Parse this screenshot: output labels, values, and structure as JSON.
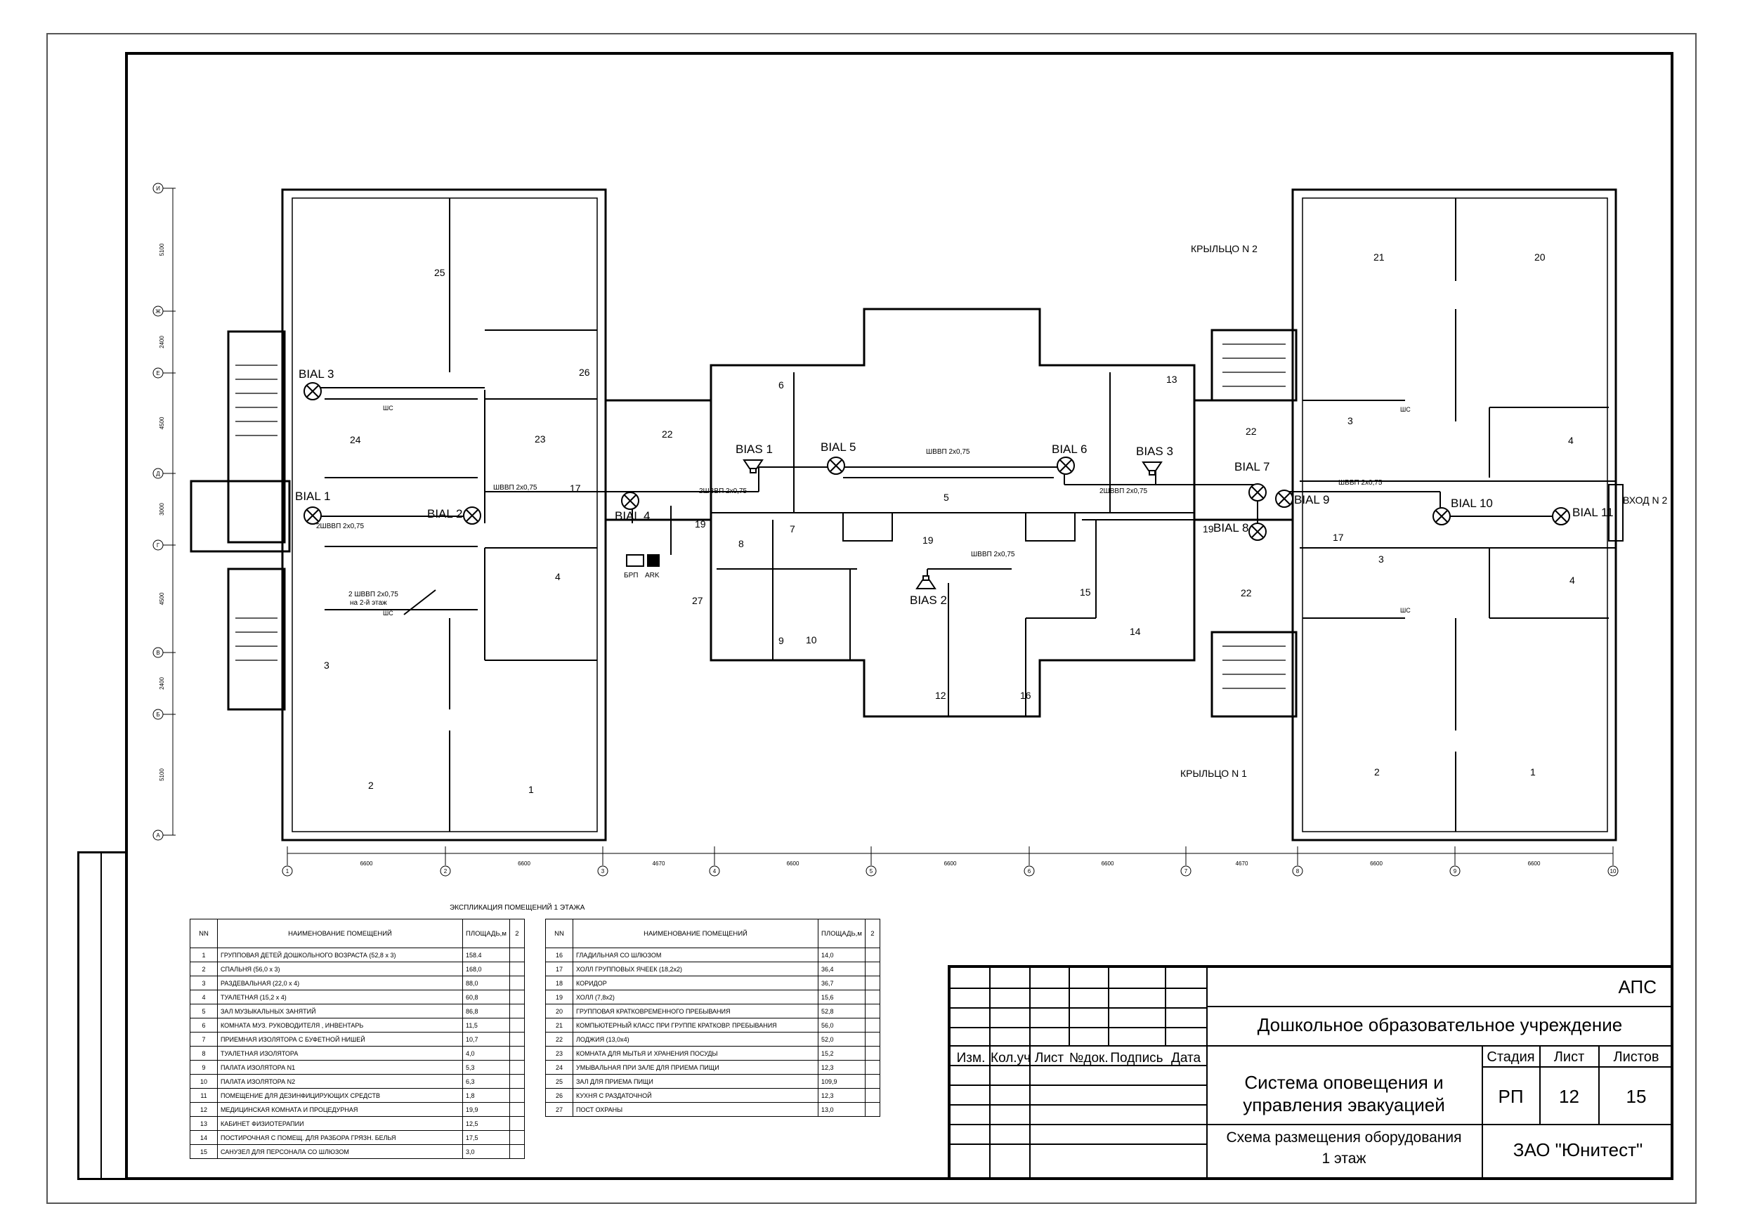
{
  "sheet": {
    "code": "АПС",
    "organization": "Дошкольное образовательное учреждение",
    "system_title": "Система оповещения и управления эвакуацией",
    "system_title_line1": "Система оповещения и",
    "system_title_line2": "управления эвакуацией",
    "drawing_title_line1": "Схема размещения оборудования",
    "drawing_title_line2": "1 этаж",
    "company": "ЗАО \"Юнитест\"",
    "stage_label": "Стадия",
    "sheet_label": "Лист",
    "sheets_label": "Листов",
    "stage": "РП",
    "sheet_no": "12",
    "sheets_total": "15",
    "revision_headers": [
      "Изм.",
      "Кол.уч",
      "Лист",
      "№док.",
      "Подпись",
      "Дата"
    ]
  },
  "plan": {
    "row_axes": [
      "И",
      "Ж",
      "Е",
      "Д",
      "Г",
      "В",
      "Б",
      "А"
    ],
    "row_dims": [
      "5100",
      "2400",
      "4500",
      "3000",
      "4500",
      "2400",
      "5100"
    ],
    "col_axes": [
      "1",
      "2",
      "3",
      "4",
      "5",
      "6",
      "7",
      "8",
      "9",
      "10"
    ],
    "col_dims": [
      "6600",
      "6600",
      "4670",
      "6600",
      "6600",
      "6600",
      "4670",
      "6600",
      "6600"
    ],
    "devices": {
      "bial1": "BIAL 1",
      "bial2": "BIAL 2",
      "bial3": "BIAL 3",
      "bial4": "BIAL 4",
      "bial5": "BIAL 5",
      "bial6": "BIAL 6",
      "bial7": "BIAL 7",
      "bial8": "BIAL 8",
      "bial9": "BIAL 9",
      "bial10": "BIAL 10",
      "bial11": "BIAL 11",
      "bias1": "BIAS 1",
      "bias2": "BIAS 2",
      "bias3": "BIAS 3",
      "brp": "БРП",
      "ark": "ARK"
    },
    "cables": {
      "c1": "2ШВВП 2х0,75",
      "c2": "ШВВП 2х0,75",
      "c3": "2ШВВП 2х0,75",
      "c4": "ШВВП 2х0,75",
      "c5": "2ШВВП 2х0,75",
      "c6": "ШВВП 2х0,75",
      "c7": "ШВВП 2х0,75",
      "c8": "2 ШВВП 2х0,75",
      "c8b": "на 2-й этаж"
    },
    "labels": {
      "porch2": "КРЫЛЬЦО N 2",
      "porch1": "КРЫЛЬЦО N 1",
      "entrance2": "ВХОД N 2",
      "shc": "ШС"
    },
    "rooms": [
      "25",
      "26",
      "24",
      "23",
      "22",
      "17",
      "6",
      "13",
      "5",
      "19",
      "8",
      "7",
      "27",
      "9",
      "10",
      "12",
      "16",
      "15",
      "14",
      "4",
      "3",
      "2",
      "1",
      "21",
      "20",
      "22",
      "3",
      "4",
      "17",
      "3",
      "22",
      "4",
      "2",
      "1",
      "19",
      "19"
    ]
  },
  "legend": {
    "title": "ЭКСПЛИКАЦИЯ ПОМЕЩЕНИЙ   1 ЭТАЖА",
    "col_nn": "NN",
    "col_name": "НАИМЕНОВАНИЕ ПОМЕЩЕНИЙ",
    "col_area": "ПЛОЩАДЬ,м",
    "col_unit": "2",
    "left_rows": [
      {
        "nn": "1",
        "name": "ГРУППОВАЯ ДЕТЕЙ ДОШКОЛЬНОГО ВОЗРАСТА (52,8 х 3)",
        "area": "158.4"
      },
      {
        "nn": "2",
        "name": "СПАЛЬНЯ (56,0 х 3)",
        "area": "168,0"
      },
      {
        "nn": "3",
        "name": "РАЗДЕВАЛЬНАЯ (22,0 х 4)",
        "area": "88,0"
      },
      {
        "nn": "4",
        "name": "ТУАЛЕТНАЯ (15,2 х 4)",
        "area": "60,8"
      },
      {
        "nn": "5",
        "name": "ЗАЛ МУЗЫКАЛЬНЫХ ЗАНЯТИЙ",
        "area": "86,8"
      },
      {
        "nn": "6",
        "name": "КОМНАТА МУЗ. РУКОВОДИТЕЛЯ , ИНВЕНТАРЬ",
        "area": "11,5"
      },
      {
        "nn": "7",
        "name": "ПРИЕМНАЯ ИЗОЛЯТОРА С БУФЕТНОЙ НИШЕЙ",
        "area": "10,7"
      },
      {
        "nn": "8",
        "name": "ТУАЛЕТНАЯ ИЗОЛЯТОРА",
        "area": "4,0"
      },
      {
        "nn": "9",
        "name": "ПАЛАТА ИЗОЛЯТОРА N1",
        "area": "5,3"
      },
      {
        "nn": "10",
        "name": "ПАЛАТА ИЗОЛЯТОРА N2",
        "area": "6,3"
      },
      {
        "nn": "11",
        "name": "ПОМЕЩЕНИЕ ДЛЯ ДЕЗИНФИЦИРУЮЩИХ  СРЕДСТВ",
        "area": "1,8"
      },
      {
        "nn": "12",
        "name": "МЕДИЦИНСКАЯ КОМНАТА И ПРОЦЕДУРНАЯ",
        "area": "19,9"
      },
      {
        "nn": "13",
        "name": "КАБИНЕТ ФИЗИОТЕРАПИИ",
        "area": "12,5"
      },
      {
        "nn": "14",
        "name": "ПОСТИРОЧНАЯ С ПОМЕЩ. ДЛЯ РАЗБОРА ГРЯЗН. БЕЛЬЯ",
        "area": "17,5"
      },
      {
        "nn": "15",
        "name": "САНУЗЕЛ ДЛЯ ПЕРСОНАЛА СО ШЛЮЗОМ",
        "area": "3,0"
      }
    ],
    "right_rows": [
      {
        "nn": "16",
        "name": "ГЛАДИЛЬНАЯ СО ШЛЮЗОМ",
        "area": "14,0"
      },
      {
        "nn": "17",
        "name": "ХОЛЛ ГРУППОВЫХ ЯЧЕЕК (18,2х2)",
        "area": "36,4"
      },
      {
        "nn": "18",
        "name": "КОРИДОР",
        "area": "36,7"
      },
      {
        "nn": "19",
        "name": "ХОЛЛ (7,8х2)",
        "area": "15,6"
      },
      {
        "nn": "20",
        "name": "ГРУППОВАЯ КРАТКОВРЕМЕННОГО ПРЕБЫВАНИЯ",
        "area": "52,8"
      },
      {
        "nn": "21",
        "name": "КОМПЬЮТЕРНЫЙ КЛАСС ПРИ ГРУППЕ КРАТКОВР. ПРЕБЫВАНИЯ",
        "area": "56,0"
      },
      {
        "nn": "22",
        "name": "ЛОДЖИЯ (13,0х4)",
        "area": "52,0"
      },
      {
        "nn": "23",
        "name": "КОМНАТА ДЛЯ МЫТЬЯ И ХРАНЕНИЯ ПОСУДЫ",
        "area": "15,2"
      },
      {
        "nn": "24",
        "name": "УМЫВАЛЬНАЯ ПРИ ЗАЛЕ ДЛЯ ПРИЕМА ПИЩИ",
        "area": "12,3"
      },
      {
        "nn": "25",
        "name": "ЗАЛ ДЛЯ ПРИЕМА ПИЩИ",
        "area": "109,9"
      },
      {
        "nn": "26",
        "name": "КУХНЯ С РАЗДАТОЧНОЙ",
        "area": "12,3"
      },
      {
        "nn": "27",
        "name": "ПОСТ ОХРАНЫ",
        "area": "13,0"
      }
    ]
  }
}
